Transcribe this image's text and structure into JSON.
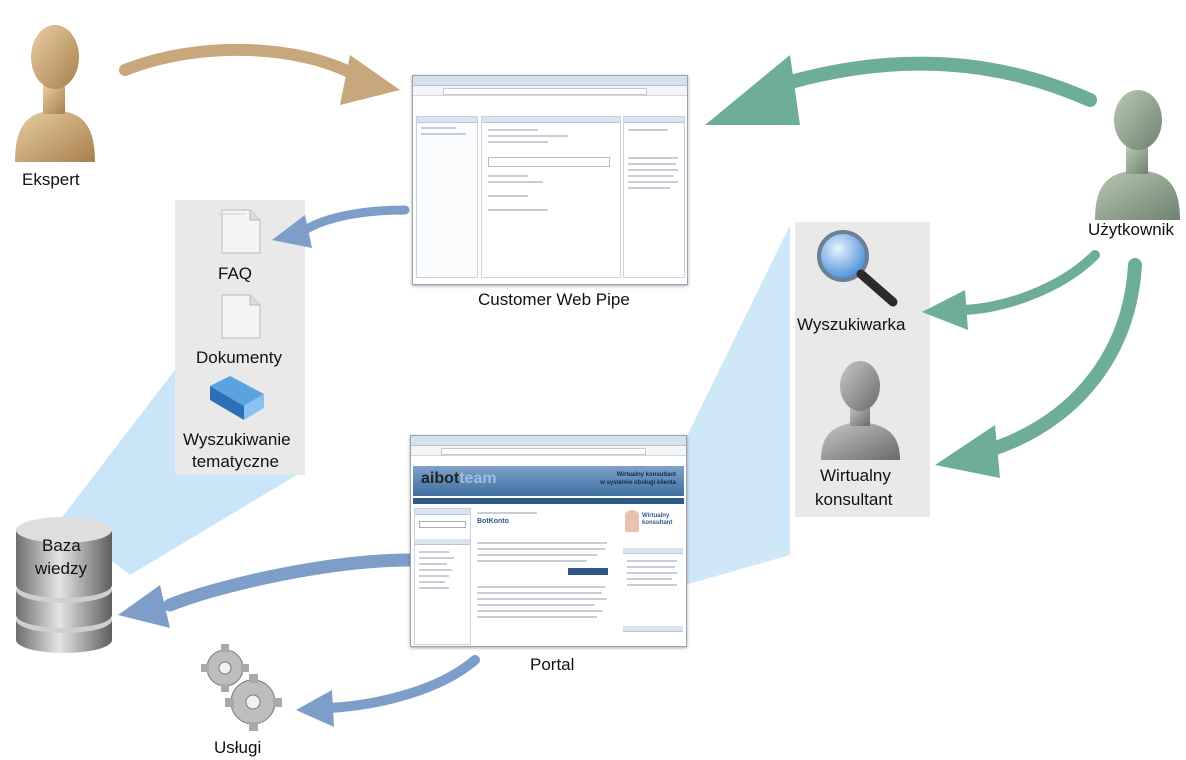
{
  "labels": {
    "ekspert": "Ekspert",
    "uzytkownik": "Użytkownik",
    "customer_web_pipe": "Customer Web Pipe",
    "portal": "Portal",
    "faq": "FAQ",
    "dokumenty": "Dokumenty",
    "wyszukiwanie_line1": "Wyszukiwanie",
    "wyszukiwanie_line2": "tematyczne",
    "wyszukiwarka": "Wyszukiwarka",
    "wirtualny_line1": "Wirtualny",
    "wirtualny_line2": "konsultant",
    "baza_line1": "Baza",
    "baza_line2": "wiedzy",
    "uslugi": "Usługi"
  },
  "portal_banner": {
    "logo": "aibot",
    "logo_suffix": "team",
    "headline_line1": "Wirtualny konsultant",
    "headline_line2": "w systemie obsługi klienta",
    "page_heading": "BotKonto",
    "side_title_line1": "Wirtualny",
    "side_title_line2": "konsultant"
  },
  "colors": {
    "expert_arrow": "#c9a77c",
    "user_arrow": "#6fae96",
    "blue_arrow": "#7c9ec8",
    "panel": "#e9e9e9",
    "beam": "#bfe0f6"
  }
}
